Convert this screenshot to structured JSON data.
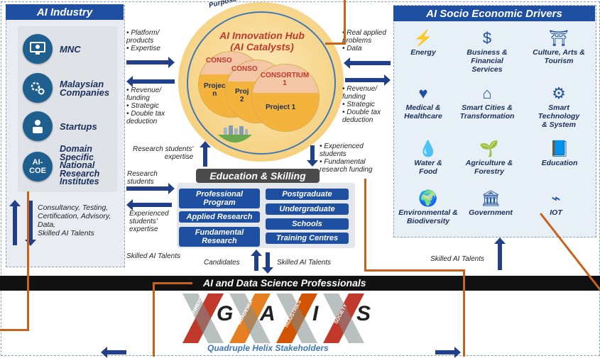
{
  "left_panel": {
    "title": "AI Industry",
    "entities": [
      {
        "label": "MNC",
        "icon": "monitor-gear-icon"
      },
      {
        "label": "Malaysian\nCompanies",
        "icon": "gears-icon"
      },
      {
        "label": "Startups",
        "icon": "startup-person-icon"
      },
      {
        "label": "Domain\nSpecific\nNational\nResearch\nInstitutes",
        "icon_text": "AI-\nCOE"
      }
    ],
    "bottom_note": "Consultancy, Testing,\nCertification, Advisory,\nData,\nSkilled AI Talents"
  },
  "left_flows": {
    "platform": "• Platform/\n  products\n• Expertise",
    "revenue": "• Revenue/\n  funding\n• Strategic\n• Double tax\n  deduction",
    "research_expertise": "Research students'\nexpertise",
    "research_students": "Research\nstudents",
    "experienced": "Experienced\nstudents'\nexpertise",
    "skilled_left": "Skilled  AI Talents",
    "candidates": "Candidates",
    "skilled_mid": "Skilled  AI Talents"
  },
  "hub": {
    "ring_text": "Purpose Driven Data Ecosystem",
    "title": "AI Innovation Hub",
    "subtitle": "(AI Catalysts)",
    "consortium_back_1": "CONSO",
    "consortium_back_2": "CONSO",
    "consortium_front": "CONSORTIUM\n1",
    "project_back_1": "Projec\nn",
    "project_back_2": "Proj\n2",
    "project_front": "Project 1"
  },
  "right_flows": {
    "applied": "• Real applied\n  problems\n• Data",
    "revenue": "• Revenue/\n  funding\n• Strategic\n• Double tax\n  deduction",
    "experienced": "• Experienced\n  students\n• Fundamental\n  research funding",
    "skilled": "Skilled  AI Talents"
  },
  "education": {
    "title": "Education & Skilling",
    "left_items": [
      "Professional\nProgram",
      "Applied Research",
      "Fundamental\nResearch"
    ],
    "right_items": [
      "Postgraduate",
      "Undergraduate",
      "Schools",
      "Training Centres"
    ]
  },
  "right_panel": {
    "title": "AI Socio Economic Drivers",
    "drivers": [
      {
        "label": "Energy",
        "icon": "energy-icon"
      },
      {
        "label": "Business &\nFinancial Services",
        "icon": "dollar-icon"
      },
      {
        "label": "Culture, Arts &\nTourism",
        "icon": "culture-icon"
      },
      {
        "label": "Medical &\nHealthcare",
        "icon": "heartbeat-icon"
      },
      {
        "label": "Smart Cities &\nTransformation",
        "icon": "smart-city-icon"
      },
      {
        "label": "Smart Technology\n& System",
        "icon": "robot-arm-icon"
      },
      {
        "label": "Water &\nFood",
        "icon": "water-drop-icon"
      },
      {
        "label": "Agriculture &\nForestry",
        "icon": "plant-icon"
      },
      {
        "label": "Education",
        "icon": "book-icon"
      },
      {
        "label": "Environmental &\nBiodiversity",
        "icon": "globe-icon"
      },
      {
        "label": "Government",
        "icon": "government-icon"
      },
      {
        "label": "IOT",
        "icon": "iot-icon"
      }
    ]
  },
  "professionals_bar": "AI and Data Science Professionals",
  "gais": {
    "letters": [
      "G",
      "A",
      "I",
      "S"
    ],
    "ribbons": [
      "GOVERNMENT",
      "ACADEMIA",
      "INDUSTRIES",
      "SOCIETY"
    ],
    "caption": "Quadruple Helix Stakeholders"
  },
  "colors": {
    "blue": "#1f4fa1",
    "orange": "#c8621b",
    "hub_gold": "#f5c56a",
    "panel": "#e9edf2"
  }
}
